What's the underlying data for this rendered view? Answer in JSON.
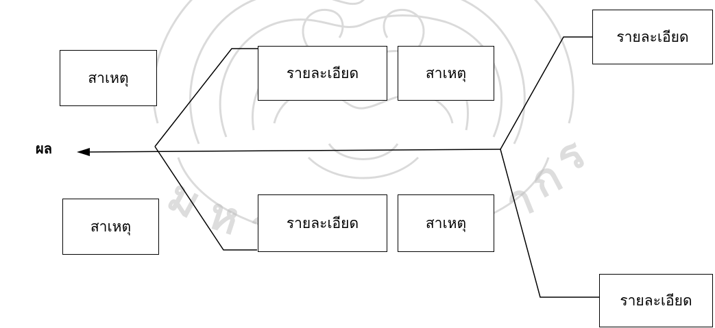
{
  "effect": "ผล",
  "boxes": {
    "cause_top_left": "สาเหตุ",
    "detail_top_inner": "รายละเอียด",
    "cause_top_inner": "สาเหตุ",
    "detail_top_right": "รายละเอียด",
    "cause_bottom_left": "สาเหตุ",
    "detail_bottom_inner": "รายละเอียด",
    "cause_bottom_inner": "สาเหตุ",
    "detail_bottom_right": "รายละเอียด"
  },
  "colors": {
    "line": "#000000",
    "watermark": "#bdbdbd"
  }
}
